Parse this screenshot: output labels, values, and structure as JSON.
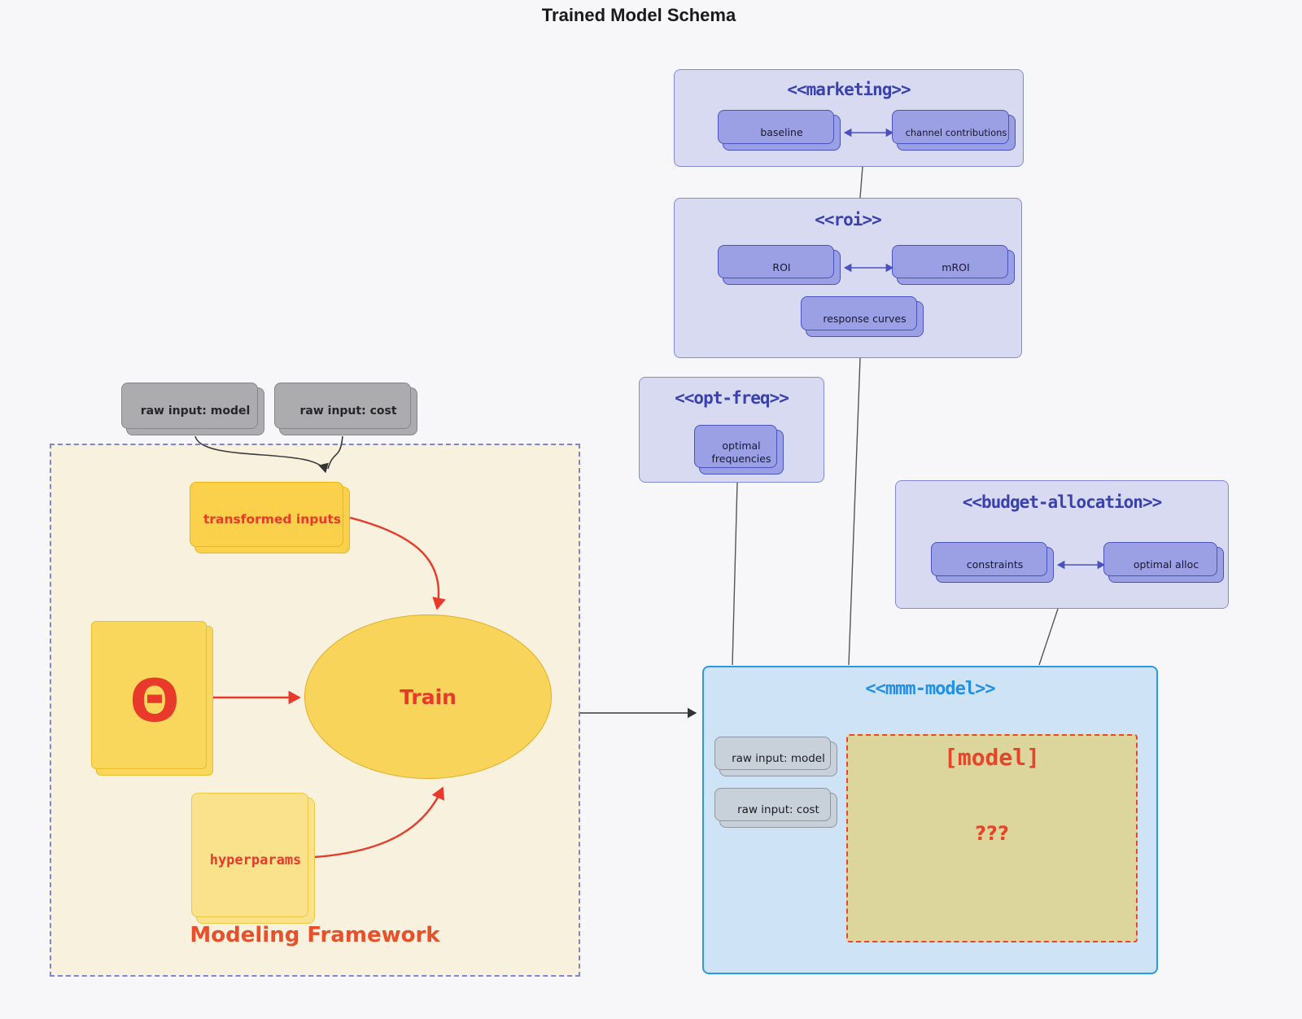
{
  "title": "Trained Model Schema",
  "raw_inputs": {
    "model": "raw input: model",
    "cost": "raw input: cost"
  },
  "groups": {
    "marketing": {
      "label": "<<marketing>>",
      "baseline": "baseline",
      "channel_contributions": "channel contributions"
    },
    "roi": {
      "label": "<<roi>>",
      "roi": "ROI",
      "mroi": "mROI",
      "response_curves": "response curves"
    },
    "opt_freq": {
      "label": "<<opt-freq>>",
      "optimal_frequencies": "optimal frequencies"
    },
    "budget_allocation": {
      "label": "<<budget-allocation>>",
      "constraints": "constraints",
      "optimal_alloc": "optimal alloc"
    },
    "mmm_model": {
      "label": "<<mmm-model>>",
      "raw_input_model": "raw input: model",
      "raw_input_cost": "raw input: cost",
      "model_placeholder": "[model]",
      "unknown": "???"
    },
    "modeling_framework": {
      "label": "Modeling Framework",
      "transformed_inputs": "transformed inputs",
      "theta": "Θ",
      "train": "Train",
      "hyperparams": "hyperparams"
    }
  },
  "colors": {
    "purple_node": "#9aa0e3",
    "purple_border": "#4a51c0",
    "group_bg": "#d8daf1",
    "group_header_text": "#3a41ae",
    "mmm_bg": "#cfe3f6",
    "mmm_border": "#2b99e3",
    "mmm_header_text": "#2090e8",
    "yellow_node": "#fbd04b",
    "red_accent": "#e8392a",
    "model_box_fill": "#dcd69c",
    "framework_bg": "#f8f1dd",
    "gray_node": "#acacaf",
    "connector": "#555555"
  }
}
